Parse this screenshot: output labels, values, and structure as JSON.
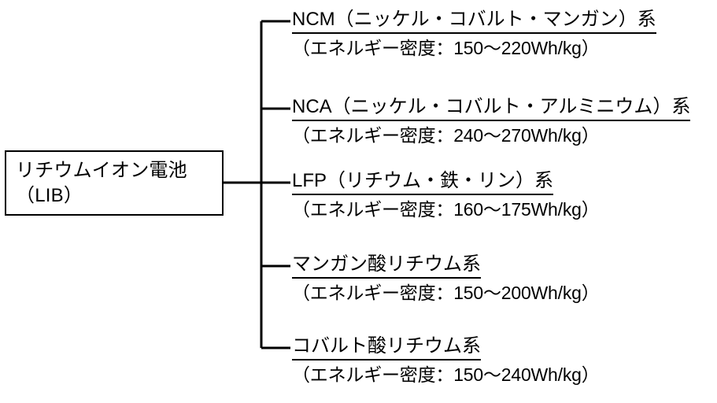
{
  "diagram": {
    "type": "tree",
    "orientation": "left-to-right",
    "line_color": "#000000",
    "background_color": "#ffffff",
    "root": {
      "line1": "リチウムイオン電池",
      "line2": "（LIB）"
    },
    "branches": [
      {
        "title": "NCM（ニッケル・コバルト・マンガン）系",
        "subtitle": "（エネルギー密度：150～220Wh/kg）",
        "energy_density_min_wh_per_kg": 150,
        "energy_density_max_wh_per_kg": 220
      },
      {
        "title": "NCA（ニッケル・コバルト・アルミニウム）系",
        "subtitle": "（エネルギー密度：240～270Wh/kg）",
        "energy_density_min_wh_per_kg": 240,
        "energy_density_max_wh_per_kg": 270
      },
      {
        "title": "LFP（リチウム・鉄・リン）系",
        "subtitle": "（エネルギー密度：160～175Wh/kg）",
        "energy_density_min_wh_per_kg": 160,
        "energy_density_max_wh_per_kg": 175
      },
      {
        "title": "マンガン酸リチウム系",
        "subtitle": "（エネルギー密度：150～200Wh/kg）",
        "energy_density_min_wh_per_kg": 150,
        "energy_density_max_wh_per_kg": 200
      },
      {
        "title": "コバルト酸リチウム系",
        "subtitle": "（エネルギー密度：150～240Wh/kg）",
        "energy_density_min_wh_per_kg": 150,
        "energy_density_max_wh_per_kg": 240
      }
    ]
  }
}
